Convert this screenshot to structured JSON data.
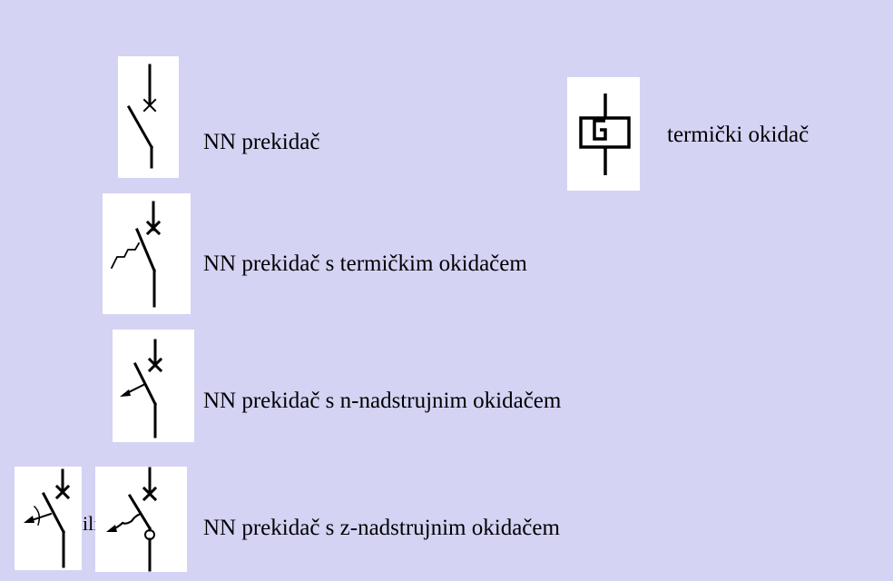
{
  "symbols": [
    {
      "id": "nn-prekidac",
      "label": "NN prekidač",
      "icon": "breaker-icon"
    },
    {
      "id": "termicki-okidac",
      "label": "termički okidač",
      "icon": "thermal-trip-icon"
    },
    {
      "id": "nn-prekidac-termicki",
      "label": "NN prekidač s termičkim okidačem",
      "icon": "breaker-thermal-trip-icon"
    },
    {
      "id": "nn-prekidac-n-nadstrujni",
      "label": "NN prekidač s n-nadstrujnim okidačem",
      "icon": "breaker-n-overcurrent-icon"
    },
    {
      "id": "nn-prekidac-z-nadstrujni",
      "label": "NN prekidač s z-nadstrujnim okidačem",
      "icon": "breaker-z-overcurrent-icon"
    }
  ],
  "connector": "ili"
}
